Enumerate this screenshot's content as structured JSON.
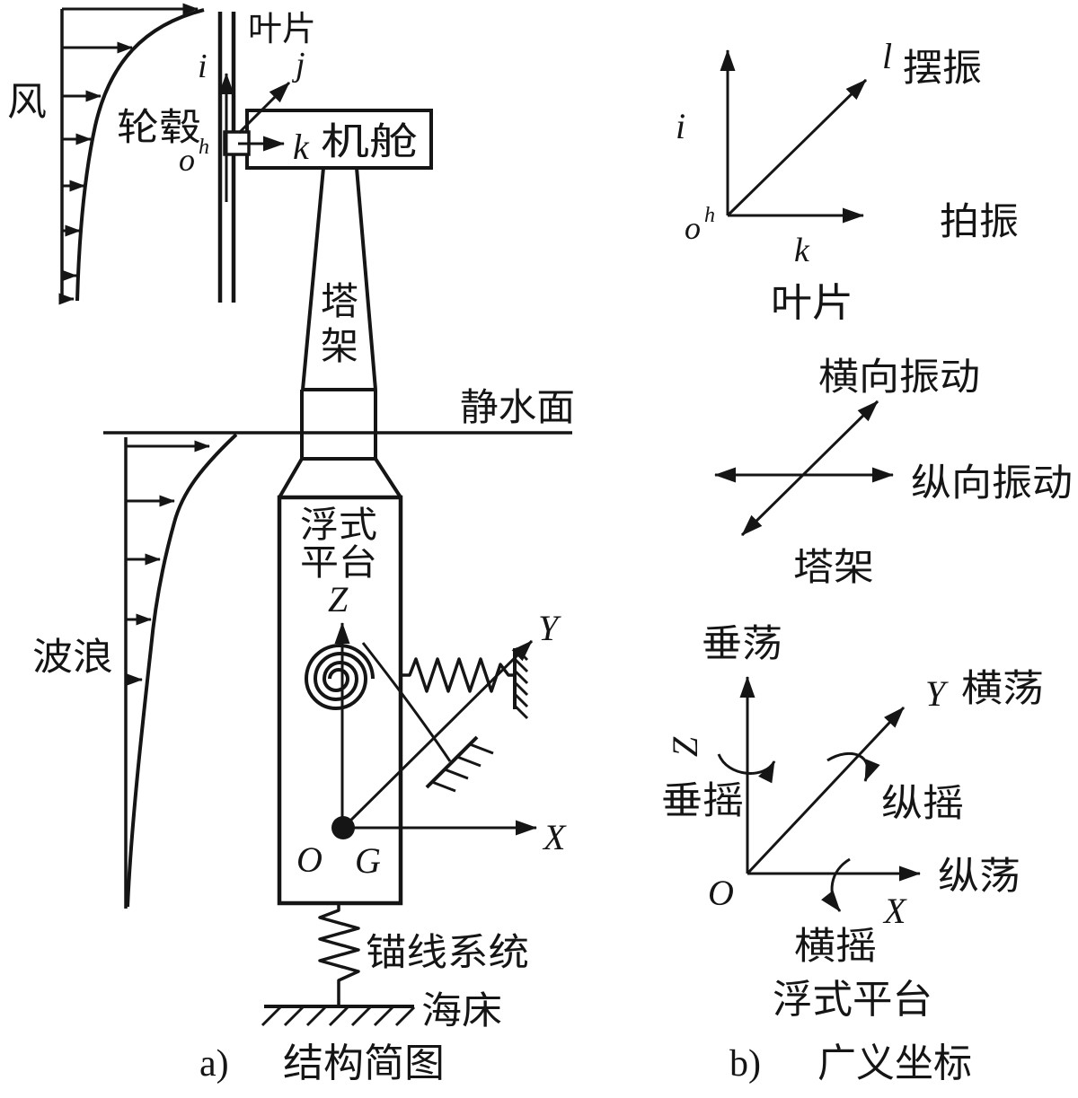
{
  "colors": {
    "ink": "#151515",
    "background": "#ffffff"
  },
  "panel_a": {
    "caption_id": "a)",
    "caption": "结构简图",
    "wind_label": "风",
    "wave_label": "波浪",
    "blade_label": "叶片",
    "hub_label": "轮毂",
    "hub_origin": "oh",
    "nacelle_label": "机舱",
    "tower_label": "塔架",
    "still_water_label": "静水面",
    "platform_label": "浮式平台",
    "mooring_label": "锚线系统",
    "seabed_label": "海床",
    "axes": {
      "i": "i",
      "j": "j",
      "k": "k",
      "X": "X",
      "Y": "Y",
      "Z": "Z"
    },
    "points": {
      "O": "O",
      "G": "G"
    }
  },
  "panel_b": {
    "caption_id": "b)",
    "caption": "广义坐标",
    "blade": {
      "title": "叶片",
      "origin": "oh",
      "axis_i": "i",
      "axis_k": "k",
      "axis_l": "l",
      "edgewise_label": "摆振",
      "flapwise_label": "拍振"
    },
    "tower": {
      "title": "塔架",
      "lateral_label": "横向振动",
      "longitudinal_label": "纵向振动"
    },
    "platform": {
      "title": "浮式平台",
      "origin": "O",
      "axis_X": "X",
      "axis_Y": "Y",
      "axis_Z": "Z",
      "heave_label": "垂荡",
      "sway_label": "横荡",
      "surge_label": "纵荡",
      "yaw_label": "垂摇",
      "pitch_label": "纵摇",
      "roll_label": "横摇"
    }
  }
}
